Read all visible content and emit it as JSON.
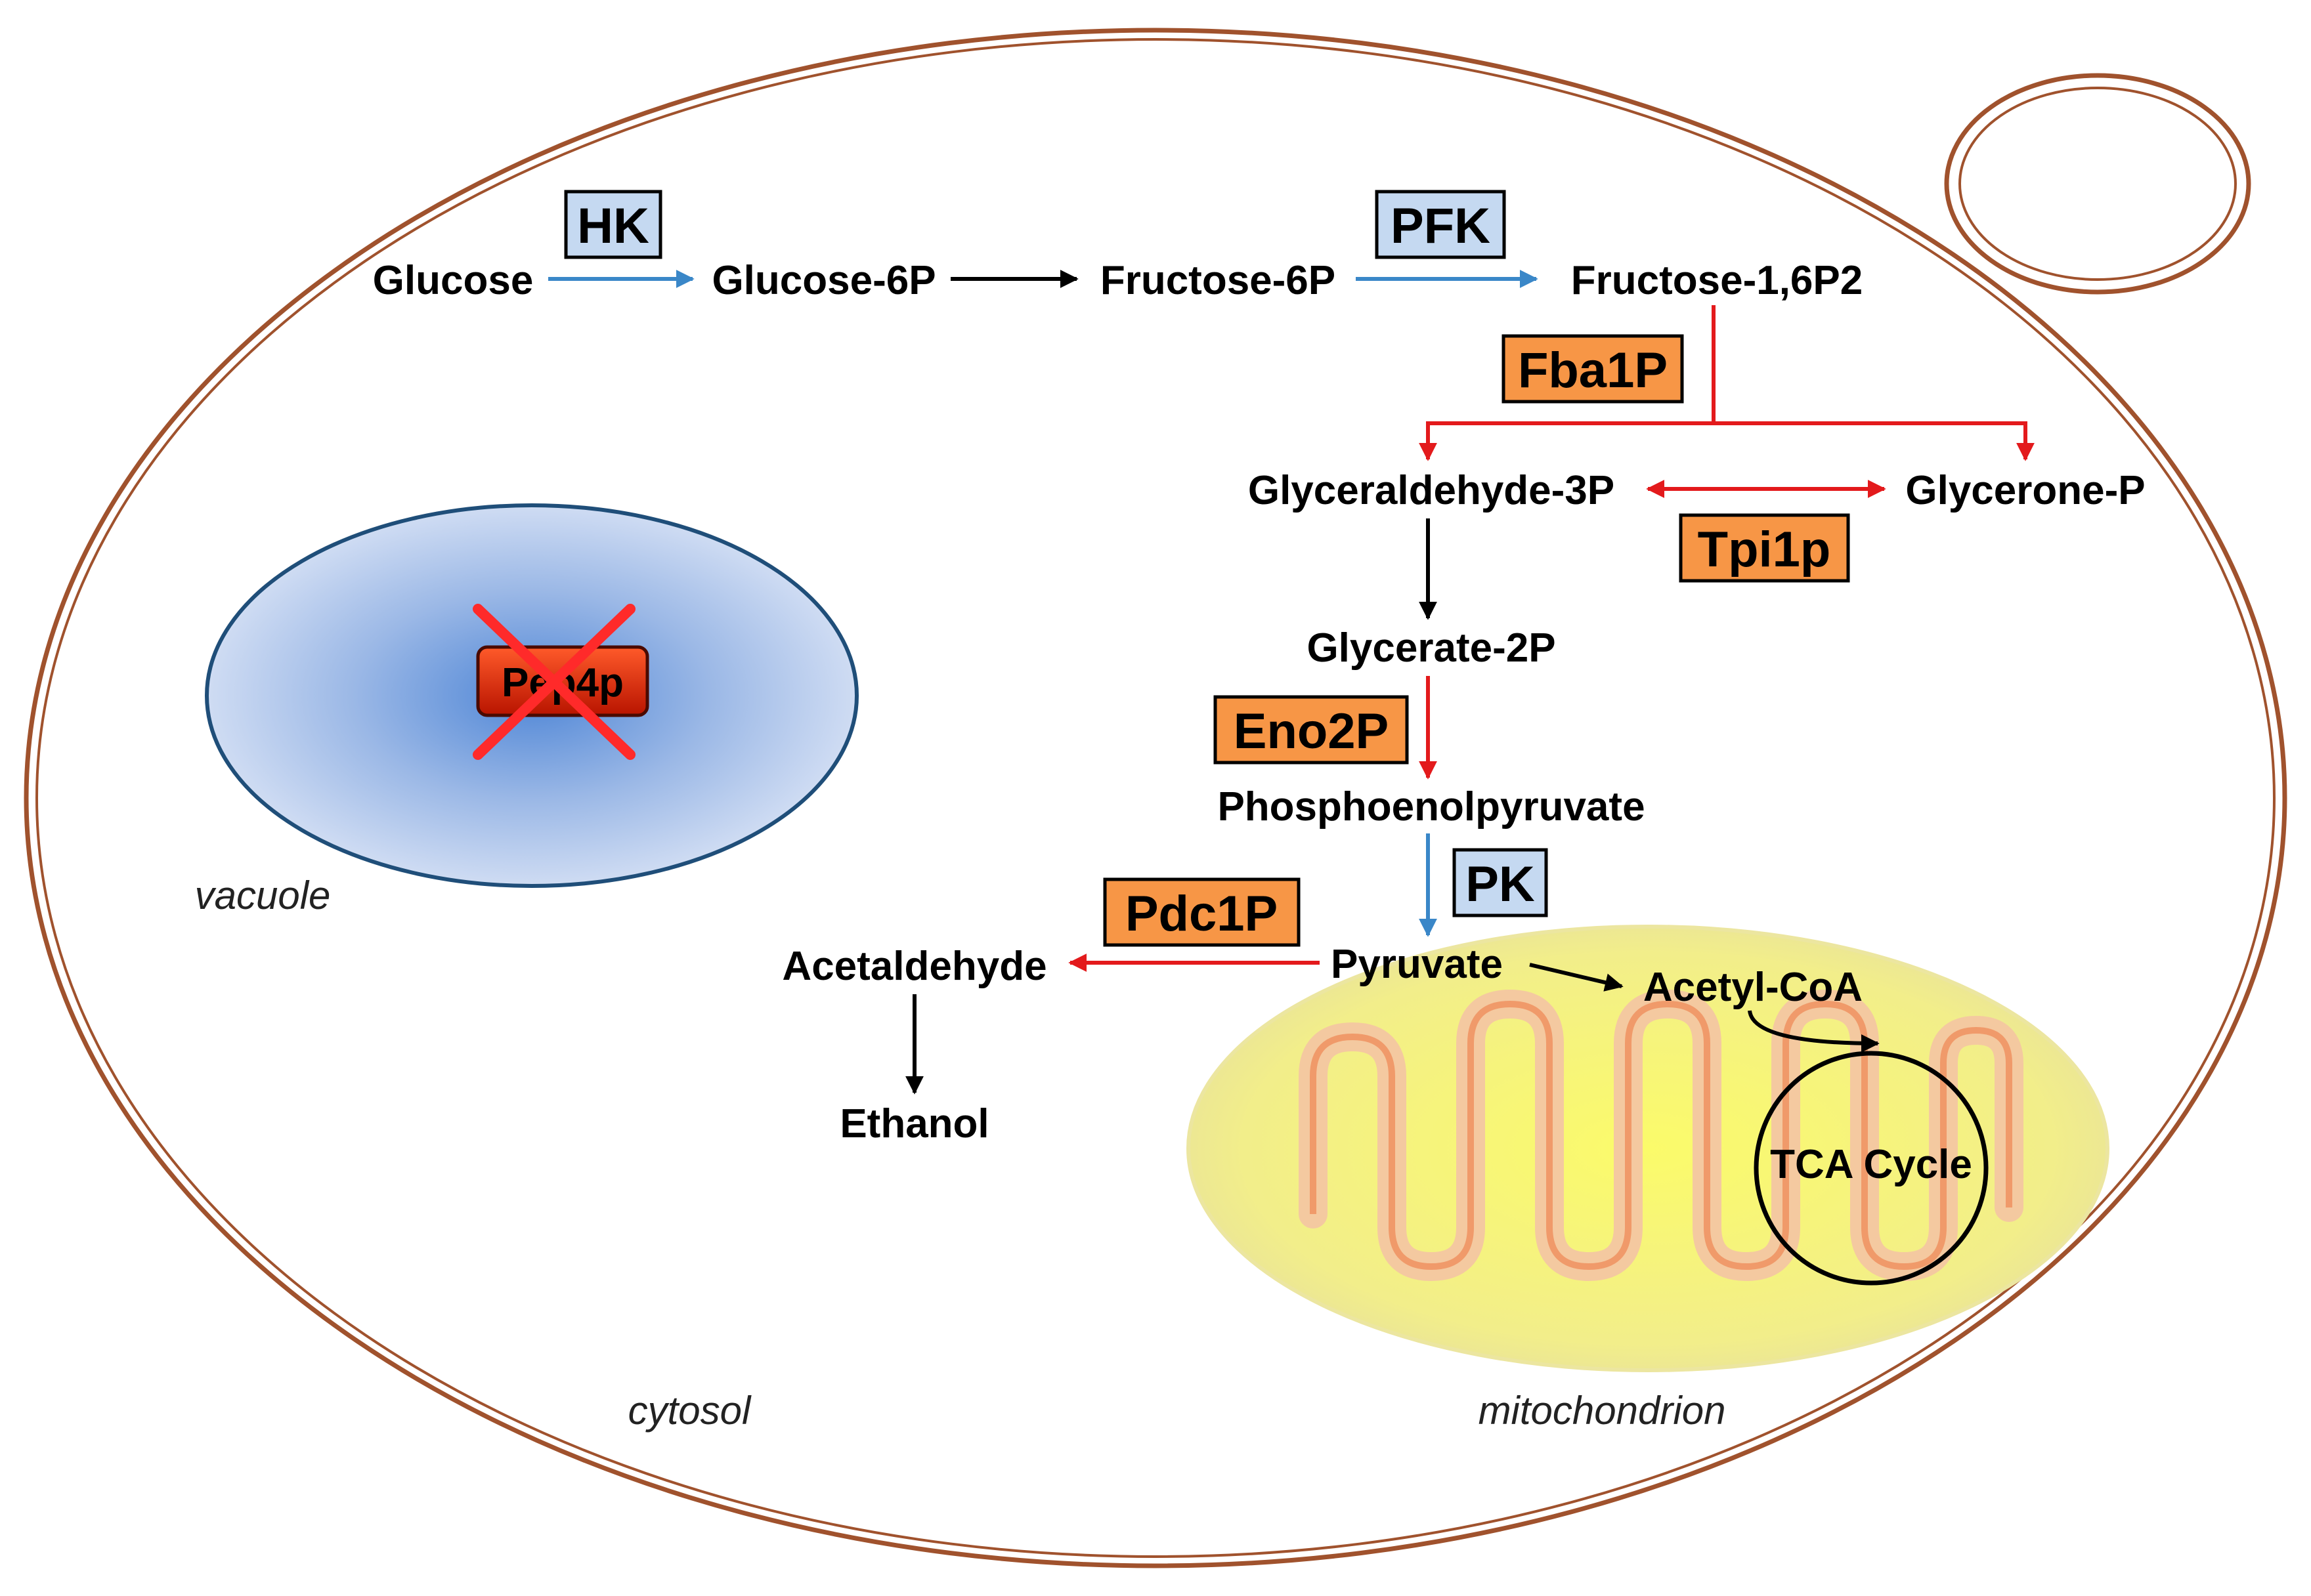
{
  "compartments": {
    "vacuole": "vacuole",
    "cytosol": "cytosol",
    "mitochondrion": "mitochondrion"
  },
  "metabolites": {
    "glucose": "Glucose",
    "glucose_6p": "Glucose-6P",
    "fructose_6p": "Fructose-6P",
    "fructose_16p2": "Fructose-1,6P2",
    "glyceraldehyde_3p": "Glyceraldehyde-3P",
    "glycerone_p": "Glycerone-P",
    "glycerate_2p": "Glycerate-2P",
    "phosphoenolpyruvate": "Phosphoenolpyruvate",
    "pyruvate": "Pyruvate",
    "acetaldehyde": "Acetaldehyde",
    "ethanol": "Ethanol",
    "acetyl_coa": "Acetyl-CoA",
    "tca_cycle": "TCA Cycle"
  },
  "enzymes": {
    "hk": "HK",
    "pfk": "PFK",
    "pk": "PK",
    "fba1p": "Fba1P",
    "tpi1p": "Tpi1p",
    "eno2p": "Eno2P",
    "pdc1p": "Pdc1P",
    "pep4p": "Pep4p"
  },
  "colors": {
    "cell_membrane": "#a0522d",
    "blue_enzyme_fill": "#c5d9f1",
    "orange_enzyme_fill": "#f79646",
    "red_arrow": "#e31a1c",
    "blue_arrow": "#3a87c8",
    "deleted_cross": "#ff2a2a"
  }
}
